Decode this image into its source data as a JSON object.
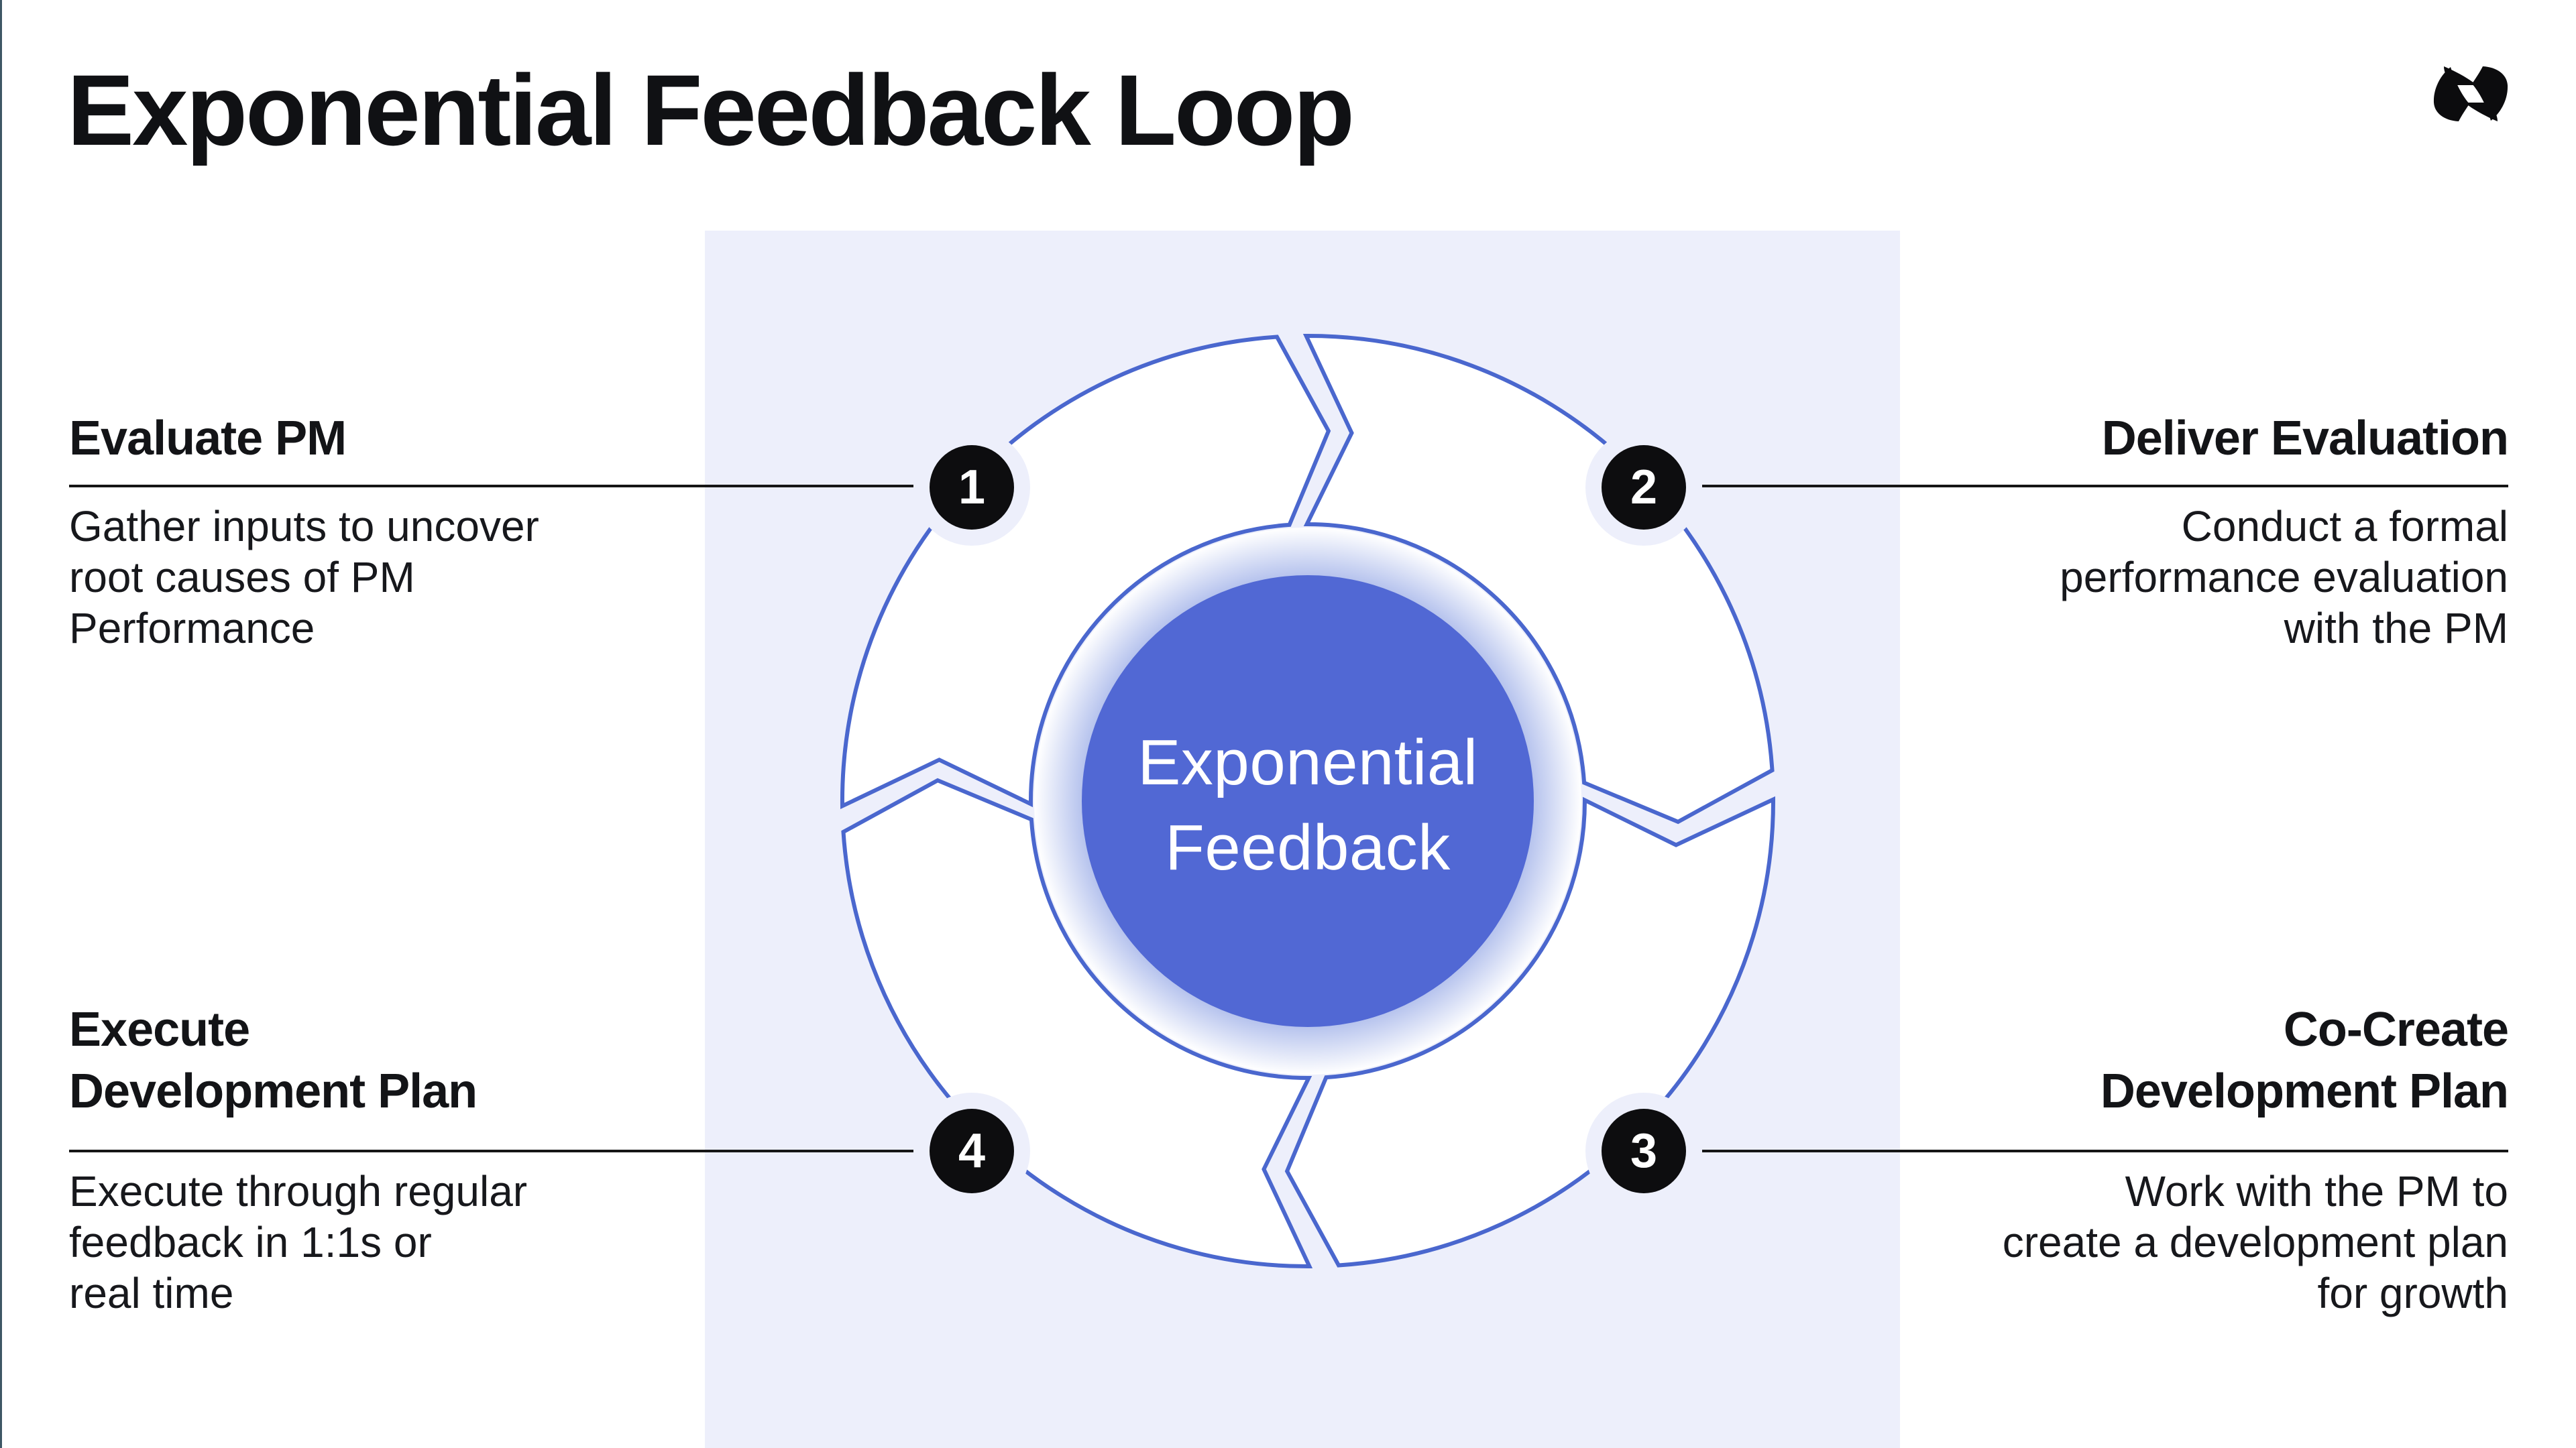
{
  "page": {
    "title": "Exponential Feedback Loop"
  },
  "logo": {
    "name": "brand-logo-mark"
  },
  "diagram": {
    "center": {
      "line1": "Exponential",
      "line2": "Feedback"
    },
    "colors": {
      "panel_lavender": "#edeffb",
      "circle_fill": "#5168d4",
      "arc_stroke": "#4a67ce",
      "segment_fill": "#ffffff",
      "badge_black": "#0d0d0f",
      "text_black": "#131417",
      "rule_black": "#161616",
      "glow_blue": "#6d87dc"
    },
    "flow_direction": "clockwise",
    "steps": [
      {
        "number": "1",
        "position": "top-left",
        "title_lines": [
          "Evaluate PM"
        ],
        "desc_lines": [
          "Gather inputs to uncover",
          "root causes of PM",
          "Performance"
        ]
      },
      {
        "number": "2",
        "position": "top-right",
        "title_lines": [
          "Deliver Evaluation"
        ],
        "desc_lines": [
          "Conduct a formal",
          "performance evaluation",
          "with the PM"
        ]
      },
      {
        "number": "3",
        "position": "bottom-right",
        "title_lines": [
          "Co-Create",
          "Development Plan"
        ],
        "desc_lines": [
          "Work with the PM to",
          "create a development plan",
          "for growth"
        ]
      },
      {
        "number": "4",
        "position": "bottom-left",
        "title_lines": [
          "Execute",
          "Development Plan"
        ],
        "desc_lines": [
          "Execute through regular",
          "feedback in 1:1s or",
          "real time"
        ]
      }
    ]
  }
}
